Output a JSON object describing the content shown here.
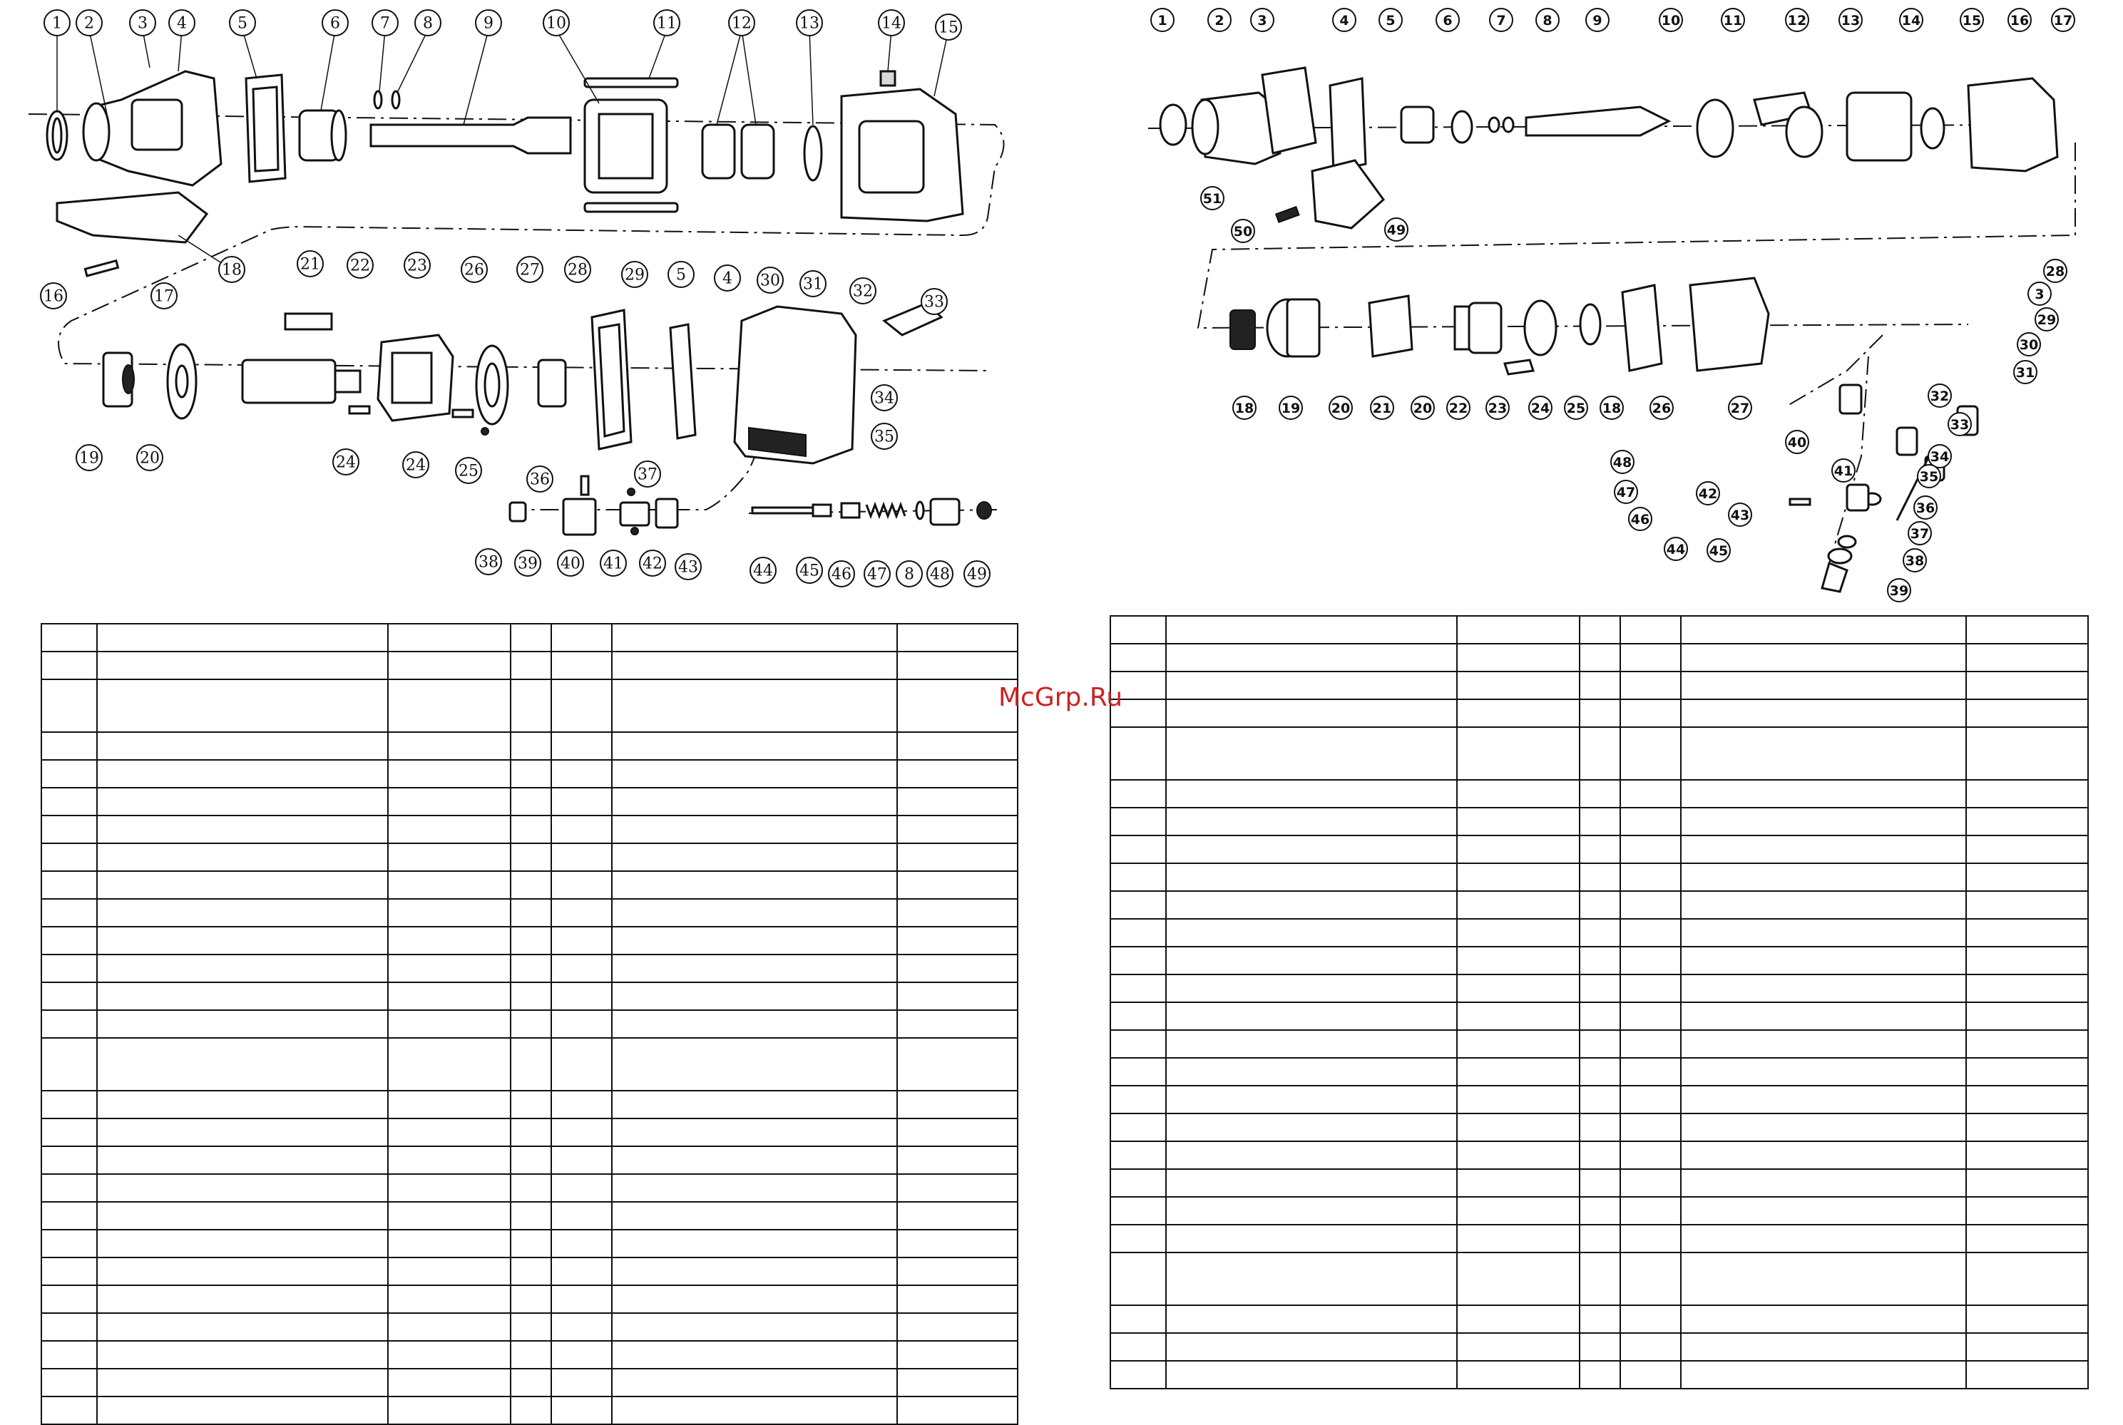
{
  "watermark": "McGrp.Ru",
  "left_diagram": {
    "callouts": [
      "1",
      "2",
      "3",
      "4",
      "5",
      "6",
      "7",
      "8",
      "9",
      "10",
      "11",
      "12",
      "13",
      "14",
      "15",
      "16",
      "17",
      "18",
      "19",
      "20",
      "21",
      "22",
      "23",
      "26",
      "27",
      "28",
      "29",
      "5",
      "4",
      "30",
      "31",
      "32",
      "33",
      "34",
      "35",
      "24",
      "24",
      "25",
      "36",
      "37",
      "38",
      "39",
      "40",
      "41",
      "42",
      "43",
      "44",
      "45",
      "46",
      "47",
      "8",
      "48",
      "49"
    ]
  },
  "right_diagram": {
    "callouts": [
      "1",
      "2",
      "3",
      "4",
      "5",
      "6",
      "7",
      "8",
      "9",
      "10",
      "11",
      "12",
      "13",
      "14",
      "15",
      "16",
      "17",
      "51",
      "50",
      "49",
      "28",
      "3",
      "29",
      "30",
      "31",
      "18",
      "19",
      "20",
      "21",
      "20",
      "22",
      "23",
      "24",
      "25",
      "18",
      "26",
      "27",
      "40",
      "41",
      "32",
      "33",
      "34",
      "35",
      "36",
      "37",
      "38",
      "39",
      "48",
      "47",
      "42",
      "43",
      "46",
      "45",
      "44"
    ]
  },
  "left_table": {
    "rows": 27
  },
  "right_table": {
    "rows": 26
  }
}
